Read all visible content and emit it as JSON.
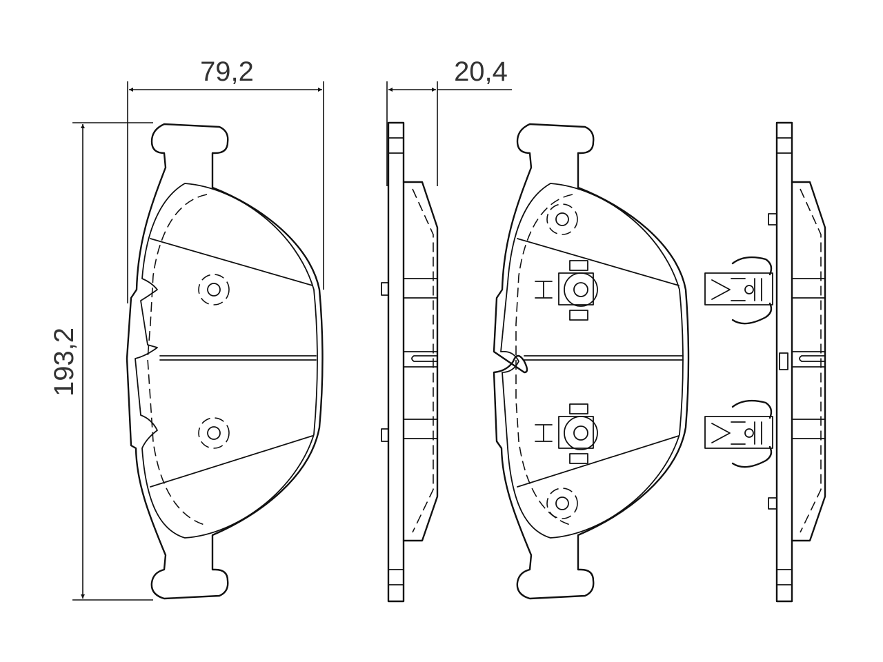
{
  "dimensions": {
    "width": "79,2",
    "thickness": "20,4",
    "height": "193,2"
  },
  "colors": {
    "line": "#111111",
    "text": "#333333",
    "background": "#ffffff"
  }
}
